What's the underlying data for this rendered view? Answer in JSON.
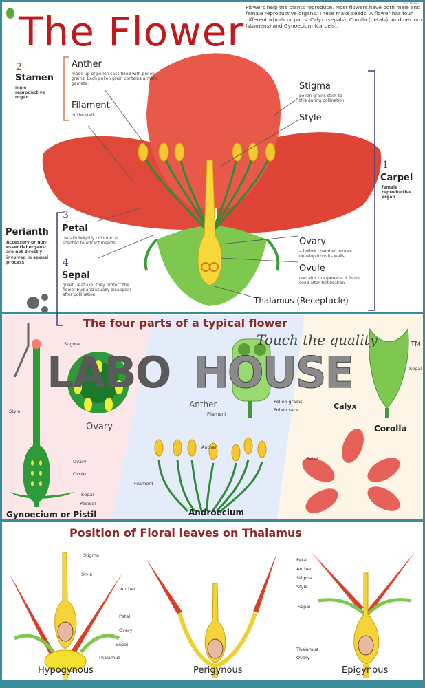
{
  "header": {
    "title": "The Flower",
    "corner_label": "The Flower",
    "intro": "Flowers help the plants reproduce. Most flowers have both male and female reproductive organs. These make seeds. A flower has four different whorls or parts: Calyx (sepals), Corolla (petals), Androecium (stamens) and Gynoecium (carpels)."
  },
  "main": {
    "stamen": {
      "number": "2",
      "title": "Stamen",
      "desc": "male reproductive organ"
    },
    "anther": {
      "title": "Anther",
      "desc": "made up of pollen sacs filled with pollen grains. Each pollen grain contains a male gamete."
    },
    "filament": {
      "title": "Filament",
      "desc": "or the stalk"
    },
    "stigma": {
      "title": "Stigma",
      "desc": "pollen grains stick to this during pollination"
    },
    "style": {
      "title": "Style"
    },
    "carpel": {
      "number": "1",
      "title": "Carpel",
      "desc": "female reproductive organ"
    },
    "perianth": {
      "title": "Perianth",
      "desc": "Accessory or non-essential organs: are not directly involved in sexual process"
    },
    "petal": {
      "number": "3",
      "title": "Petal",
      "desc": "usually brightly coloured or scented to attract insects"
    },
    "sepal": {
      "number": "4",
      "title": "Sepal",
      "desc": "green, leaf like. they protect the flower bud and usually disappear after pollination."
    },
    "ovary": {
      "title": "Ovary",
      "desc": "a hollow chamber; ovules develop from its walls."
    },
    "ovule": {
      "title": "Ovule",
      "desc": "contains the gamete. It forms seed after fertilisation"
    },
    "thalamus": {
      "title": "Thalamus (Receptacle)"
    }
  },
  "four_parts": {
    "title": "The four parts of a typical flower",
    "gynoecium": {
      "title": "Gynoecium or Pistil",
      "labels": [
        "Stigma",
        "Style",
        "Ovary",
        "Ovule",
        "Sepal",
        "Pedicel"
      ]
    },
    "ovary_section": {
      "title": "Ovary"
    },
    "anther_section": {
      "title": "Anther",
      "labels": [
        "Pollen grains",
        "Pollen sacs",
        "Filament"
      ]
    },
    "androecium": {
      "title": "Androecium",
      "labels": [
        "Anther",
        "Filament"
      ]
    },
    "calyx": {
      "title": "Calyx",
      "labels": [
        "Sepal"
      ]
    },
    "corolla": {
      "title": "Corolla",
      "labels": [
        "Petal"
      ]
    }
  },
  "position": {
    "title": "Position of Floral leaves on Thalamus",
    "hypogynous": {
      "title": "Hypogynous",
      "labels": [
        "Stigma",
        "Style",
        "Anther",
        "Petal",
        "Ovary",
        "Sepal",
        "Thalamus"
      ]
    },
    "perigynous": {
      "title": "Perigynous"
    },
    "shared_labels": [
      "Petal",
      "Anther",
      "Stigma",
      "Style",
      "Sepal",
      "Thalamus",
      "Ovary"
    ],
    "epigynous": {
      "title": "Epigynous"
    }
  },
  "watermark": {
    "brand_a": "LABO",
    "brand_b": "HOUSE",
    "tagline": "Touch the quality",
    "tm": "TM"
  },
  "colors": {
    "title_red": "#c0191c",
    "border": "#3b8b98",
    "petal": "#e0483a",
    "green": "#3f9a3a",
    "yellow": "#f5d33a"
  }
}
